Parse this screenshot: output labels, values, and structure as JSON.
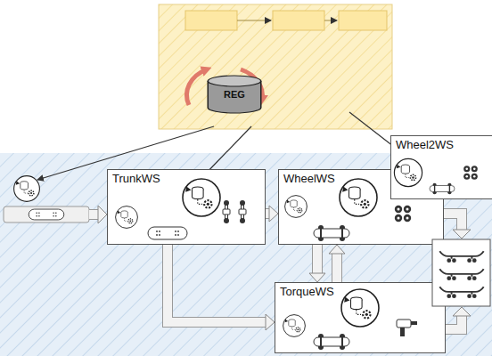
{
  "diagram": {
    "nodes": [
      {
        "text": [
          "REG"
        ]
      },
      {
        "text": [
          "TrunkWS"
        ]
      },
      {
        "text": [
          "WheelWS"
        ]
      },
      {
        "text": [
          "Wheel2WS"
        ]
      },
      {
        "text": [
          "TorqueWS"
        ]
      }
    ],
    "edges": [
      {
        "from": 1,
        "to": 2,
        "arrow": "to"
      },
      {
        "from": 1,
        "to": 4,
        "arrow": "to"
      },
      {
        "from": 2,
        "to": 4,
        "arrow": "to"
      },
      {
        "from": 4,
        "to": 2,
        "arrow": "to"
      }
    ]
  }
}
